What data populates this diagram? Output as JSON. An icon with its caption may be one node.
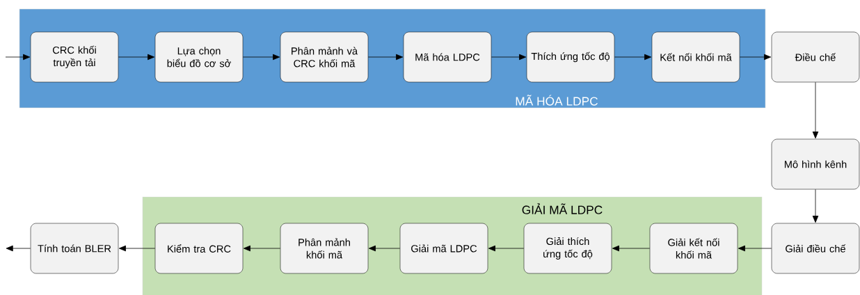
{
  "diagram": {
    "nodes": [
      {
        "text": [
          "MÃ HÓA LDPC"
        ]
      },
      {
        "text": [
          "CRC khối truyền tải"
        ],
        "in": 0
      },
      {
        "text": [
          "Lựa chọn biểu đồ cơ sở"
        ],
        "in": 0
      },
      {
        "text": [
          "Phân mảnh và CRC khối mã"
        ],
        "in": 0
      },
      {
        "text": [
          "Mã hóa LDPC"
        ],
        "in": 0
      },
      {
        "text": [
          "Thích ứng tốc độ"
        ],
        "in": 0
      },
      {
        "text": [
          "Kết nối khối mã"
        ],
        "in": 0
      },
      {
        "text": [
          "Điều chế"
        ]
      },
      {
        "text": [
          "Mô hình kênh"
        ]
      },
      {
        "text": [
          "GIẢI MÃ LDPC"
        ]
      },
      {
        "text": [
          "Tính toán BLER"
        ]
      },
      {
        "text": [
          "Kiểm tra CRC"
        ],
        "in": 9
      },
      {
        "text": [
          "Phân mảnh khối mã"
        ],
        "in": 9
      },
      {
        "text": [
          "Giải mã LDPC"
        ],
        "in": 9
      },
      {
        "text": [
          "Giải thích ứng tốc độ"
        ],
        "in": 9
      },
      {
        "text": [
          "Giải kết nối khối mã"
        ],
        "in": 9
      },
      {
        "text": [
          "Giải điều chế"
        ]
      }
    ],
    "edges": [
      {
        "from": null,
        "to": 1,
        "arrow": "to"
      },
      {
        "from": 1,
        "to": 2,
        "arrow": "to"
      },
      {
        "from": 2,
        "to": 3,
        "arrow": "to"
      },
      {
        "from": 3,
        "to": 4,
        "arrow": "to"
      },
      {
        "from": 4,
        "to": 5,
        "arrow": "to"
      },
      {
        "from": 5,
        "to": 6,
        "arrow": "to"
      },
      {
        "from": 6,
        "to": 7,
        "arrow": "to"
      },
      {
        "from": 7,
        "to": 8,
        "arrow": "to"
      },
      {
        "from": 8,
        "to": 16,
        "arrow": "to"
      },
      {
        "from": 16,
        "to": 15,
        "arrow": "to"
      },
      {
        "from": 15,
        "to": 14,
        "arrow": "to"
      },
      {
        "from": 14,
        "to": 13,
        "arrow": "to"
      },
      {
        "from": 13,
        "to": 12,
        "arrow": "to"
      },
      {
        "from": 12,
        "to": 11,
        "arrow": "to"
      },
      {
        "from": 11,
        "to": 10,
        "arrow": "to"
      },
      {
        "from": 10,
        "to": null,
        "arrow": "to"
      }
    ]
  }
}
